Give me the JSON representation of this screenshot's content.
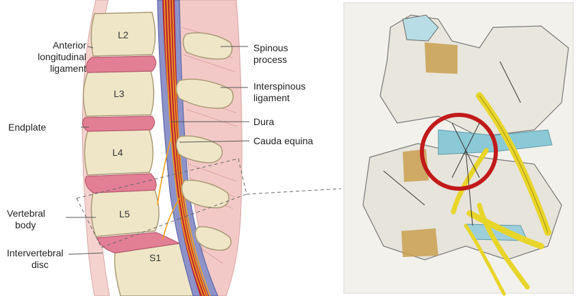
{
  "left_diagram": {
    "vertebrae": [
      "L2",
      "L3",
      "L4",
      "L5",
      "S1"
    ],
    "labels_left": {
      "anterior_ligament": [
        "Anterior",
        "longitudinal",
        "ligament"
      ],
      "endplate": "Endplate",
      "vertebral_body": [
        "Vertebral",
        "body"
      ],
      "intervertebral_disc": [
        "Intervertebral",
        "disc"
      ]
    },
    "labels_right": {
      "spinous_process": [
        "Spinous",
        "process"
      ],
      "interspinous_ligament": [
        "Interspinous",
        "ligament"
      ],
      "dura": "Dura",
      "cauda_equina": "Cauda equina"
    }
  },
  "right_drawing": {
    "highlight": "red-circle"
  },
  "colors": {
    "bone": "#efe6c8",
    "disc": "#e27f95",
    "ligament": "#f2c9c6",
    "dura": "#8d93c9",
    "nerve": "#f2a11a",
    "highlight": "#c11a1a",
    "sketch_nerve": "#f2e23a",
    "sketch_blue": "#8cc9d6",
    "sketch_brown": "#b98a3c"
  }
}
